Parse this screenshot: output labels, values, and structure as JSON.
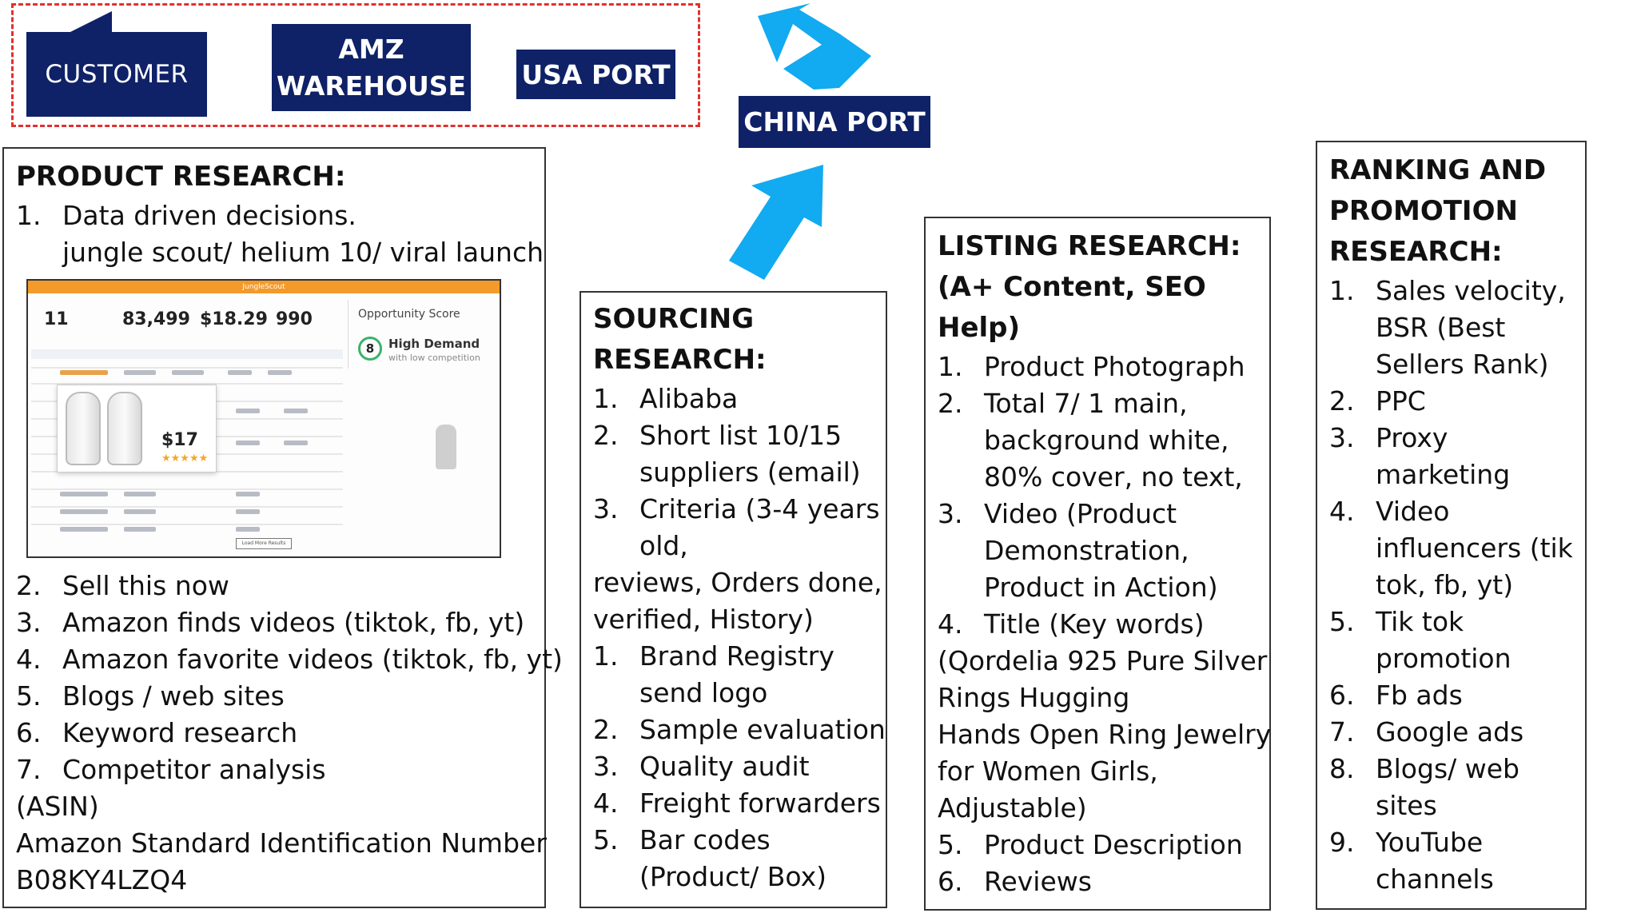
{
  "flow": {
    "customer": "CUSTOMER",
    "amz_line1": "AMZ",
    "amz_line2": "WAREHOUSE",
    "usa_port": "USA PORT",
    "china_port": "CHINA PORT",
    "colors": {
      "navy": "#0f2167",
      "arrow": "#12aaf0",
      "dashed": "#e0312f"
    }
  },
  "product_research": {
    "heading": "PRODUCT RESEARCH:",
    "item1_num": "1.",
    "item1_text": "Data driven decisions.",
    "item1_sub": "jungle scout/ helium 10/ viral launch",
    "screenshot": {
      "brand": "JungleScout",
      "stat1": "11",
      "stat2": "83,499",
      "stat3": "$18.29",
      "stat4": "990",
      "opportunity_title": "Opportunity Score",
      "score": "8",
      "demand": "High Demand",
      "competition": "with low competition",
      "price": "$17",
      "stars": "★★★★★",
      "load_more": "Load More Results"
    },
    "items": [
      {
        "num": "2.",
        "text": "Sell this now"
      },
      {
        "num": "3.",
        "text": "Amazon finds videos (tiktok, fb, yt)"
      },
      {
        "num": "4.",
        "text": "Amazon favorite videos (tiktok, fb, yt)"
      },
      {
        "num": "5.",
        "text": "Blogs / web sites"
      },
      {
        "num": "6.",
        "text": "Keyword research"
      },
      {
        "num": "7.",
        "text": "Competitor analysis"
      }
    ],
    "tail1": "(ASIN)",
    "tail2": "Amazon Standard Identification Number",
    "tail3": "B08KY4LZQ4"
  },
  "sourcing_research": {
    "heading1": "SOURCING",
    "heading2": "RESEARCH:",
    "a1_num": "1.",
    "a1": "Alibaba",
    "a2_num": "2.",
    "a2": "Short list 10/15",
    "a2_cont": "suppliers (email)",
    "a3_num": "3.",
    "a3": "Criteria (3-4 years",
    "a3_cont": "old,",
    "wrap1": "reviews, Orders done,",
    "wrap2": "verified, History)",
    "b1_num": "1.",
    "b1": "Brand Registry",
    "b1_cont": "send logo",
    "b2_num": "2.",
    "b2": "Sample evaluation",
    "b3_num": "3.",
    "b3": "Quality audit",
    "b4_num": "4.",
    "b4": "Freight forwarders",
    "b5_num": "5.",
    "b5": "Bar codes",
    "b5_cont": "(Product/ Box)"
  },
  "listing_research": {
    "heading1": "LISTING RESEARCH:",
    "heading2": "(A+ Content, SEO",
    "heading3": "Help)",
    "i1_num": "1.",
    "i1": "Product Photograph",
    "i2_num": "2.",
    "i2": "Total 7/ 1 main,",
    "i2_c1": "background white,",
    "i2_c2": "80% cover, no text,",
    "i3_num": "3.",
    "i3": "Video (Product",
    "i3_c1": "Demonstration,",
    "i3_c2": "Product in Action)",
    "i4_num": "4.",
    "i4": "Title (Key words)",
    "w1": "(Qordelia 925 Pure Silver",
    "w2": "Rings Hugging",
    "w3": "Hands Open Ring Jewelry",
    "w4": "for Women Girls,",
    "w5": "Adjustable)",
    "i5_num": "5.",
    "i5": "Product Description",
    "i6_num": "6.",
    "i6": "Reviews"
  },
  "ranking_research": {
    "heading1": "RANKING AND",
    "heading2": "PROMOTION",
    "heading3": "RESEARCH:",
    "r1_num": "1.",
    "r1": "Sales velocity,",
    "r1_c1": "BSR (Best",
    "r1_c2": "Sellers Rank)",
    "r2_num": "2.",
    "r2": "PPC",
    "r3_num": "3.",
    "r3": "Proxy",
    "r3_c1": "marketing",
    "r4_num": "4.",
    "r4": "Video",
    "r4_c1": "influencers (tik",
    "r4_c2": "tok, fb, yt)",
    "r5_num": "5.",
    "r5": "Tik tok",
    "r5_c1": "promotion",
    "r6_num": "6.",
    "r6": "Fb ads",
    "r7_num": "7.",
    "r7": "Google ads",
    "r8_num": "8.",
    "r8": "Blogs/ web",
    "r8_c1": "sites",
    "r9_num": "9.",
    "r9": "YouTube",
    "r9_c1": "channels"
  }
}
